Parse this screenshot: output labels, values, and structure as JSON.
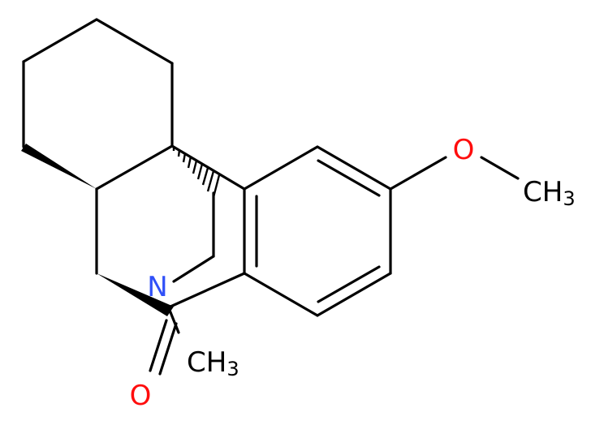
{
  "molecule": {
    "atoms": {
      "methoxy_o": {
        "symbol": "O",
        "color": "#ff0d0d"
      },
      "methoxy_ch3": {
        "symbol": "CH",
        "subscript": "3",
        "color": "#000000"
      },
      "nitrogen": {
        "symbol": "N",
        "color": "#3050f8"
      },
      "n_ch3": {
        "symbol": "CH",
        "subscript": "3",
        "color": "#000000"
      },
      "carbonyl_o": {
        "symbol": "O",
        "color": "#ff0d0d"
      }
    },
    "bond_color": "#000000"
  }
}
